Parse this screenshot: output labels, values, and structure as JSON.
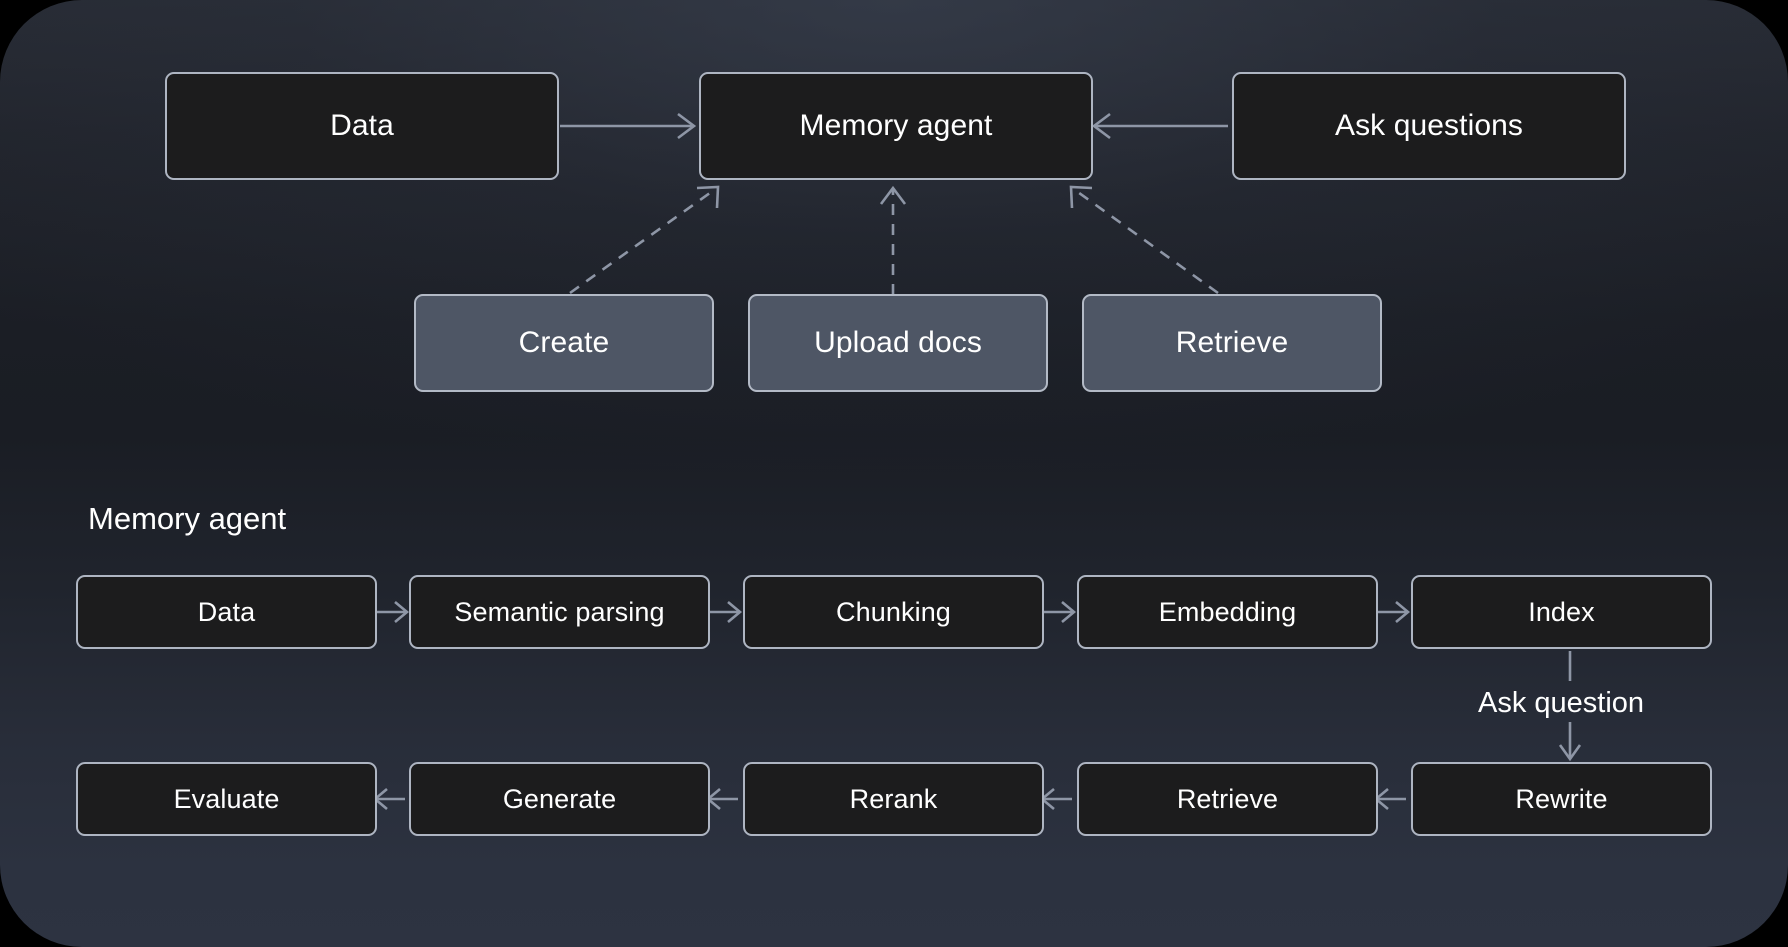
{
  "diagram": {
    "title_label": "Memory agent",
    "overview": {
      "nodes": [
        {
          "id": "data",
          "label": "Data"
        },
        {
          "id": "memory-agent",
          "label": "Memory agent"
        },
        {
          "id": "ask-questions",
          "label": "Ask questions"
        }
      ],
      "tools": [
        {
          "id": "create",
          "label": "Create"
        },
        {
          "id": "upload-docs",
          "label": "Upload docs"
        },
        {
          "id": "retrieve",
          "label": "Retrieve"
        }
      ]
    },
    "pipeline": {
      "ingest_row": [
        {
          "id": "data",
          "label": "Data"
        },
        {
          "id": "semantic-parsing",
          "label": "Semantic parsing"
        },
        {
          "id": "chunking",
          "label": "Chunking"
        },
        {
          "id": "embedding",
          "label": "Embedding"
        },
        {
          "id": "index",
          "label": "Index"
        }
      ],
      "bridge_label": "Ask question",
      "query_row": [
        {
          "id": "evaluate",
          "label": "Evaluate"
        },
        {
          "id": "generate",
          "label": "Generate"
        },
        {
          "id": "rerank",
          "label": "Rerank"
        },
        {
          "id": "retrieve",
          "label": "Retrieve"
        },
        {
          "id": "rewrite",
          "label": "Rewrite"
        }
      ]
    },
    "colors": {
      "canvas_top": "#272b34",
      "canvas_bottom": "#2d3341",
      "node_fill": "#1c1c1d",
      "tool_fill": "#4e5665",
      "border": "#aeb5c2",
      "edge": "#8e96a6",
      "text": "#ffffff"
    }
  }
}
